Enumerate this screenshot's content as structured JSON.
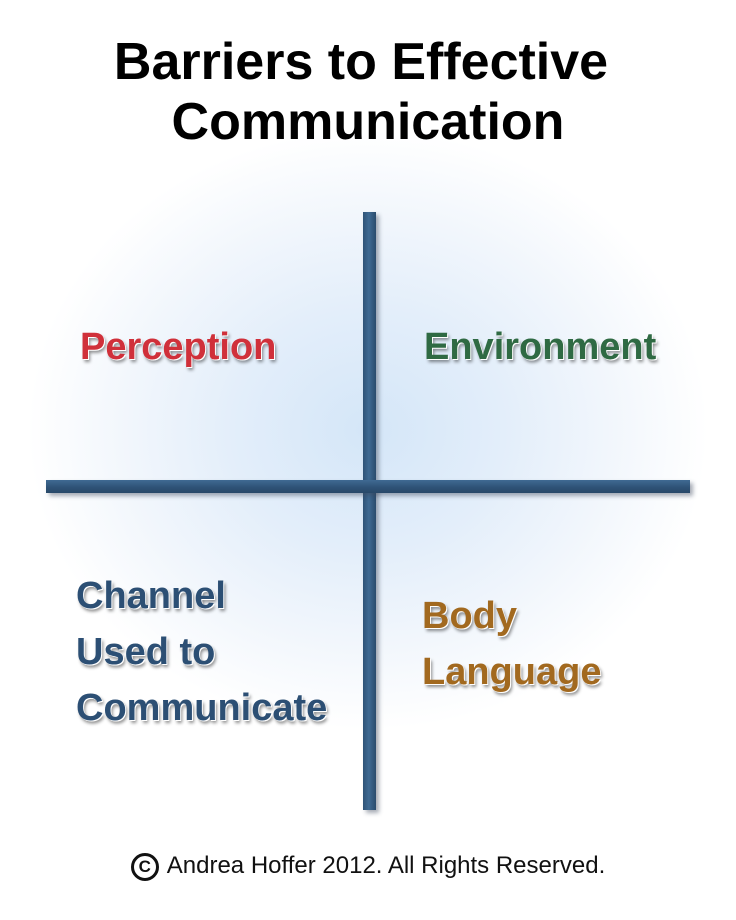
{
  "title": {
    "line1": "Barriers to Effective",
    "line2": "Communication"
  },
  "quadrants": {
    "top_left": "Perception",
    "top_right": "Environment",
    "bottom_left": [
      "Channel",
      "Used to",
      "Communicate"
    ],
    "bottom_right": [
      "Body",
      "Language"
    ]
  },
  "footer": {
    "text": "Andrea Hoffer 2012. All Rights Reserved."
  },
  "colors": {
    "perception": "#d0303a",
    "environment": "#2f6a43",
    "channel": "#2c4f74",
    "body_language": "#a2691f",
    "bars": "#2f5377"
  }
}
